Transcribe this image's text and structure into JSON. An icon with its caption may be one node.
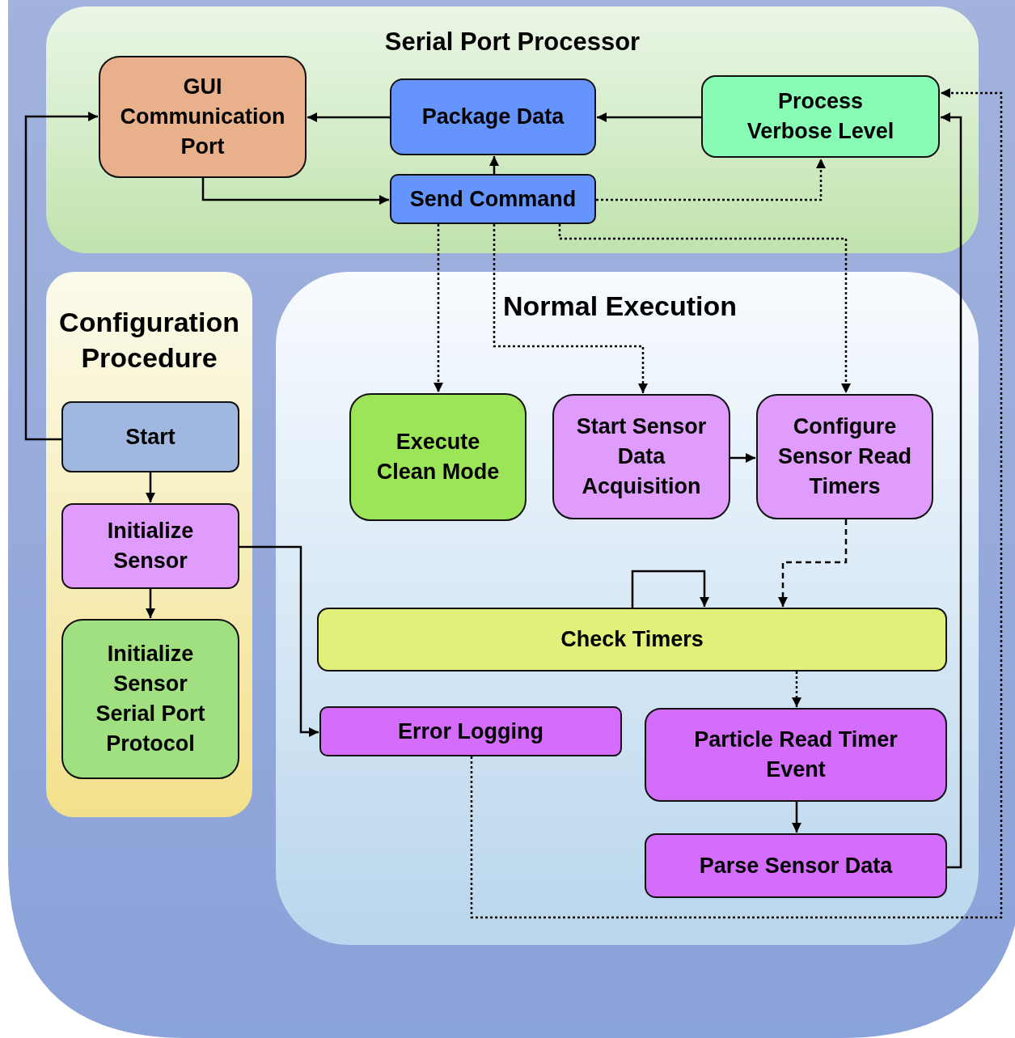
{
  "diagram": {
    "nodes": [
      {
        "text": [
          "Serial Port Processor"
        ]
      },
      {
        "text": [
          "GUI Communication Port"
        ],
        "in": 0
      },
      {
        "text": [
          "Package Data"
        ],
        "in": 0
      },
      {
        "text": [
          "Process Verbose Level"
        ],
        "in": 0
      },
      {
        "text": [
          "Send Command"
        ],
        "in": 0
      },
      {
        "text": [
          "Configuration Procedure"
        ]
      },
      {
        "text": [
          "Start"
        ],
        "in": 5
      },
      {
        "text": [
          "Initialize Sensor"
        ],
        "in": 5
      },
      {
        "text": [
          "Initialize Sensor Serial Port Protocol"
        ],
        "in": 5
      },
      {
        "text": [
          "Normal Execution"
        ]
      },
      {
        "text": [
          "Execute Clean Mode"
        ],
        "in": 9
      },
      {
        "text": [
          "Start Sensor Data Acquisition"
        ],
        "in": 9
      },
      {
        "text": [
          "Configure Sensor Read Timers"
        ],
        "in": 9
      },
      {
        "text": [
          "Check Timers"
        ],
        "in": 9
      },
      {
        "text": [
          "Error Logging"
        ],
        "in": 9
      },
      {
        "text": [
          "Particle Read Timer Event"
        ],
        "in": 9
      },
      {
        "text": [
          "Parse Sensor Data"
        ],
        "in": 9
      }
    ],
    "edges": [
      {
        "from": 2,
        "to": 1,
        "arrow": "to"
      },
      {
        "from": 3,
        "to": 2,
        "arrow": "to"
      },
      {
        "from": 4,
        "to": 2,
        "arrow": "to"
      },
      {
        "from": 1,
        "to": 4,
        "arrow": "to"
      },
      {
        "from": 4,
        "to": 3,
        "arrow": "to",
        "style": "dashed"
      },
      {
        "from": 4,
        "to": 10,
        "arrow": "to",
        "style": "dashed"
      },
      {
        "from": 4,
        "to": 11,
        "arrow": "to",
        "style": "dashed"
      },
      {
        "from": 4,
        "to": 12,
        "arrow": "to",
        "style": "dashed"
      },
      {
        "from": 6,
        "to": 1,
        "arrow": "to"
      },
      {
        "from": 6,
        "to": 7,
        "arrow": "to"
      },
      {
        "from": 7,
        "to": 8,
        "arrow": "to"
      },
      {
        "from": 7,
        "to": 14,
        "arrow": "to"
      },
      {
        "from": 11,
        "to": 12,
        "arrow": "to"
      },
      {
        "from": 12,
        "to": 13,
        "arrow": "to",
        "style": "dashed"
      },
      {
        "from": 13,
        "to": 13,
        "arrow": "to"
      },
      {
        "from": 13,
        "to": 15,
        "arrow": "to",
        "style": "dashed"
      },
      {
        "from": 15,
        "to": 16,
        "arrow": "to"
      },
      {
        "from": 16,
        "to": 3,
        "arrow": "to"
      },
      {
        "from": 14,
        "to": 3,
        "arrow": "to",
        "style": "dashed"
      }
    ]
  }
}
